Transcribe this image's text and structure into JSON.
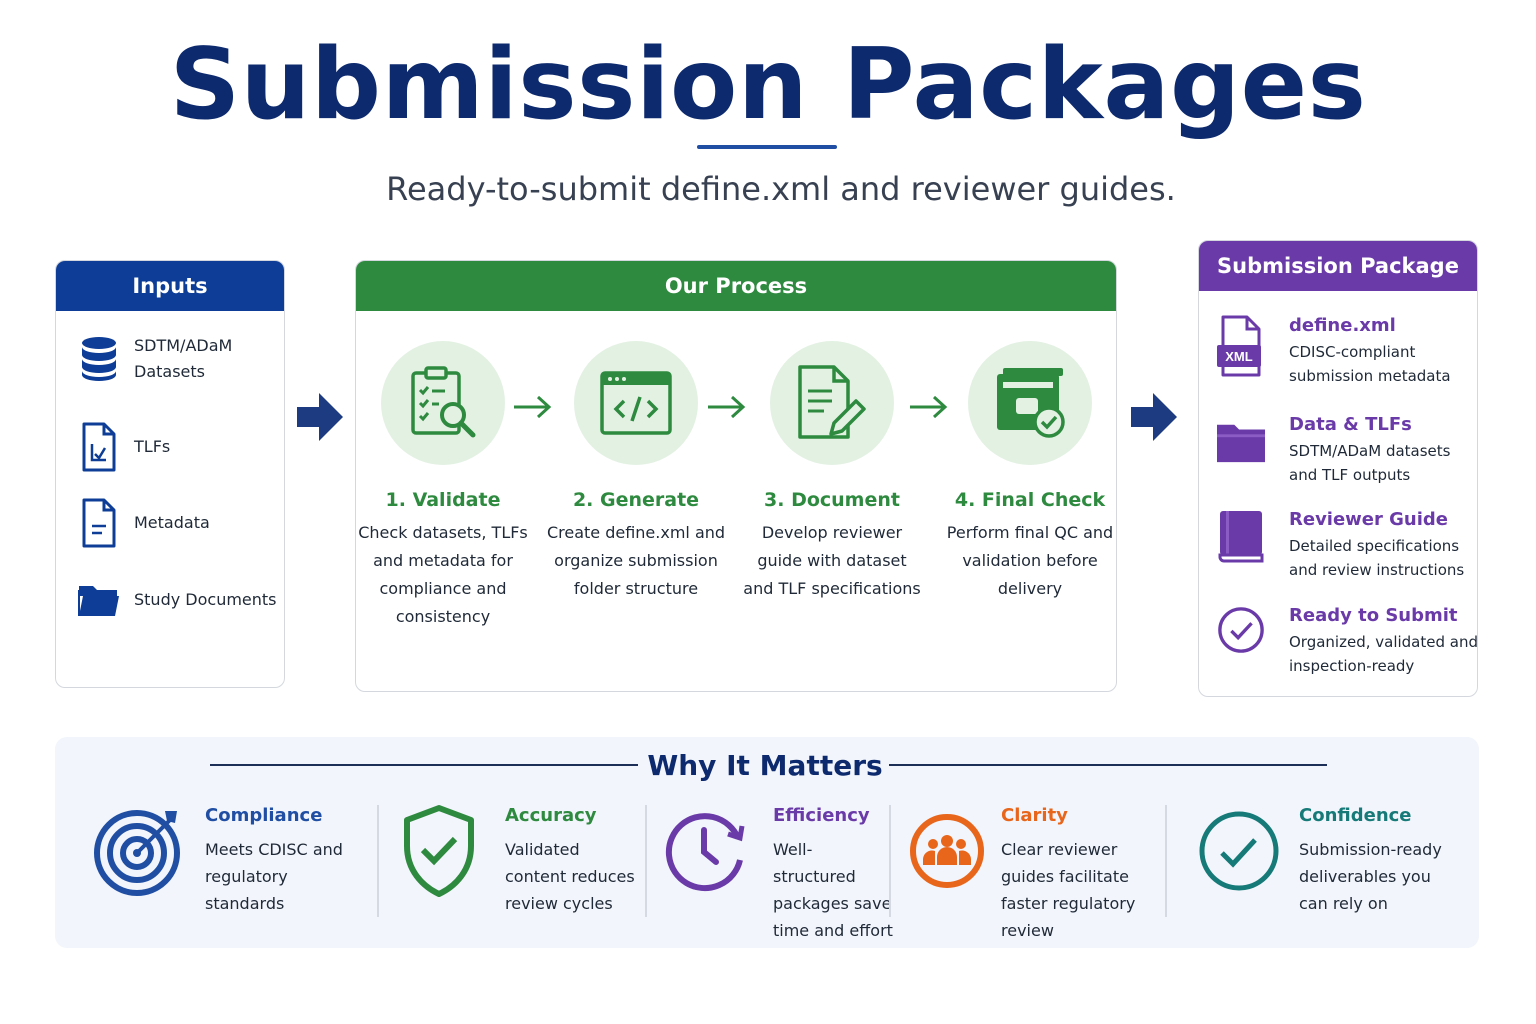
{
  "header": {
    "title": "Submission Packages",
    "subtitle": "Ready-to-submit define.xml and reviewer guides."
  },
  "inputs": {
    "heading": "Inputs",
    "items": [
      {
        "label": "SDTM/ADaM Datasets",
        "icon": "database-icon"
      },
      {
        "label": "TLFs",
        "icon": "chart-document-icon"
      },
      {
        "label": "Metadata",
        "icon": "document-icon"
      },
      {
        "label": "Study Documents",
        "icon": "folder-icon"
      }
    ]
  },
  "process": {
    "heading": "Our Process",
    "steps": [
      {
        "title": "1. Validate",
        "desc": "Check datasets, TLFs and metadata for compliance and consistency",
        "icon": "clipboard-search-icon"
      },
      {
        "title": "2. Generate",
        "desc": "Create define.xml and organize submission folder structure",
        "icon": "code-window-icon"
      },
      {
        "title": "3. Document",
        "desc": "Develop reviewer guide with dataset and TLF specifications",
        "icon": "document-edit-icon"
      },
      {
        "title": "4. Final Check",
        "desc": "Perform final QC and validation before delivery",
        "icon": "package-check-icon"
      }
    ]
  },
  "package": {
    "heading": "Submission Package",
    "items": [
      {
        "title": "define.xml",
        "desc": "CDISC-compliant submission metadata",
        "icon": "xml-file-icon",
        "badge": "XML"
      },
      {
        "title": "Data & TLFs",
        "desc": "SDTM/ADaM datasets and TLF outputs",
        "icon": "folder-icon"
      },
      {
        "title": "Reviewer Guide",
        "desc": "Detailed specifications and review instructions",
        "icon": "book-icon"
      },
      {
        "title": "Ready to Submit",
        "desc": "Organized, validated and inspection-ready",
        "icon": "check-circle-icon"
      }
    ]
  },
  "why": {
    "heading": "Why It Matters",
    "benefits": [
      {
        "title": "Compliance",
        "desc": "Meets CDISC and regulatory standards",
        "icon": "target-icon",
        "color": "#1f4ea3"
      },
      {
        "title": "Accuracy",
        "desc": "Validated content reduces review cycles",
        "icon": "shield-check-icon",
        "color": "#2e8a3f"
      },
      {
        "title": "Efficiency",
        "desc": "Well-structured packages save time and effort",
        "icon": "clock-icon",
        "color": "#6a3aa8"
      },
      {
        "title": "Clarity",
        "desc": "Clear reviewer guides facilitate faster regulatory review",
        "icon": "team-icon",
        "color": "#e8661c"
      },
      {
        "title": "Confidence",
        "desc": "Submission-ready deliverables you can rely on",
        "icon": "check-circle-icon",
        "color": "#167a78"
      }
    ]
  }
}
